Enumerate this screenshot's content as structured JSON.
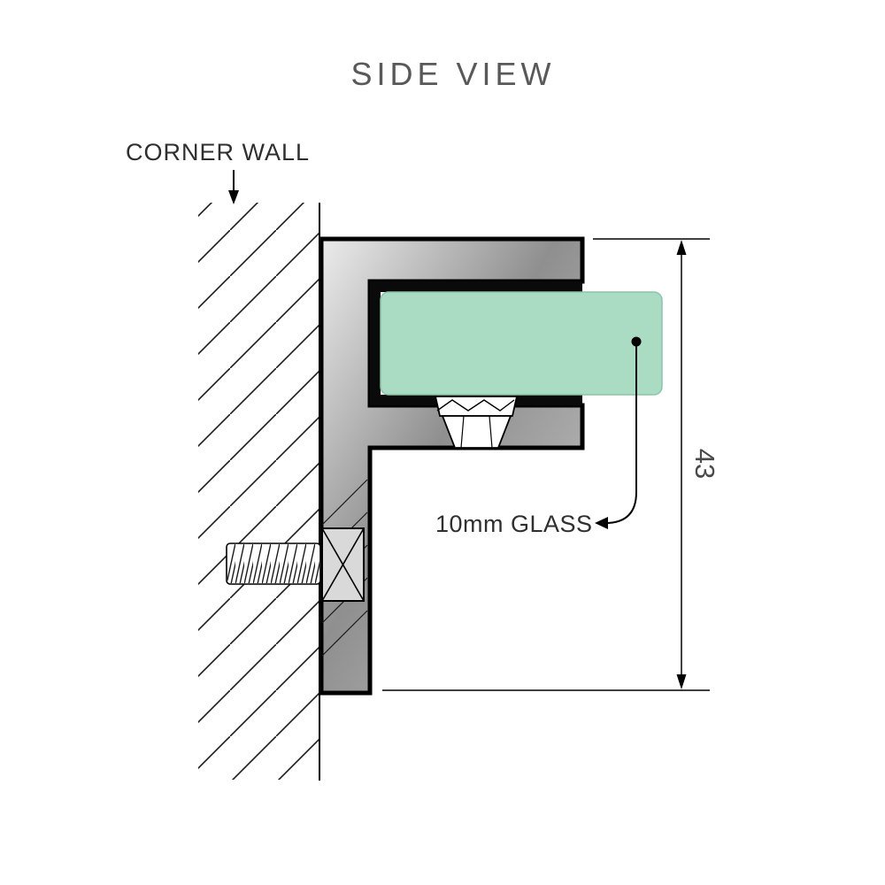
{
  "title": "SIDE VIEW",
  "labels": {
    "wall": "CORNER WALL",
    "glass": "10mm GLASS",
    "dimension": "43"
  },
  "colors": {
    "glass_fill": "#a9dcc2",
    "glass_edge": "#8cc3a8",
    "line": "#000000",
    "title_text": "#595959",
    "label_text": "#2f2f2f",
    "dimension_text": "#4a4a4a",
    "metal_light": "#ececec",
    "metal_dark": "#8f8f8f"
  }
}
